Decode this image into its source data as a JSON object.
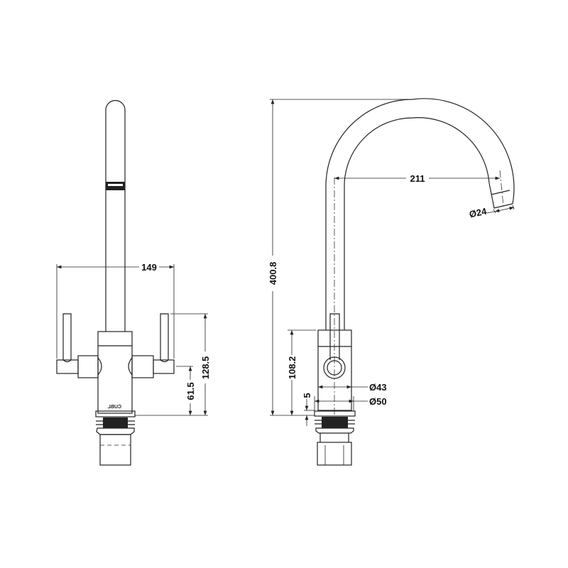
{
  "front_view": {
    "dimensions": {
      "width": "149",
      "handle_height": "128.5",
      "lever_height": "61.5"
    },
    "logo_text": "CUBL"
  },
  "side_view": {
    "dimensions": {
      "total_height": "400.8",
      "reach": "211",
      "spout_diameter": "Ø24",
      "body_height": "108.2",
      "base_thickness": "5",
      "body_diameter": "Ø43",
      "base_diameter": "Ø50"
    }
  },
  "colors": {
    "line": "#222222",
    "background": "#ffffff"
  }
}
